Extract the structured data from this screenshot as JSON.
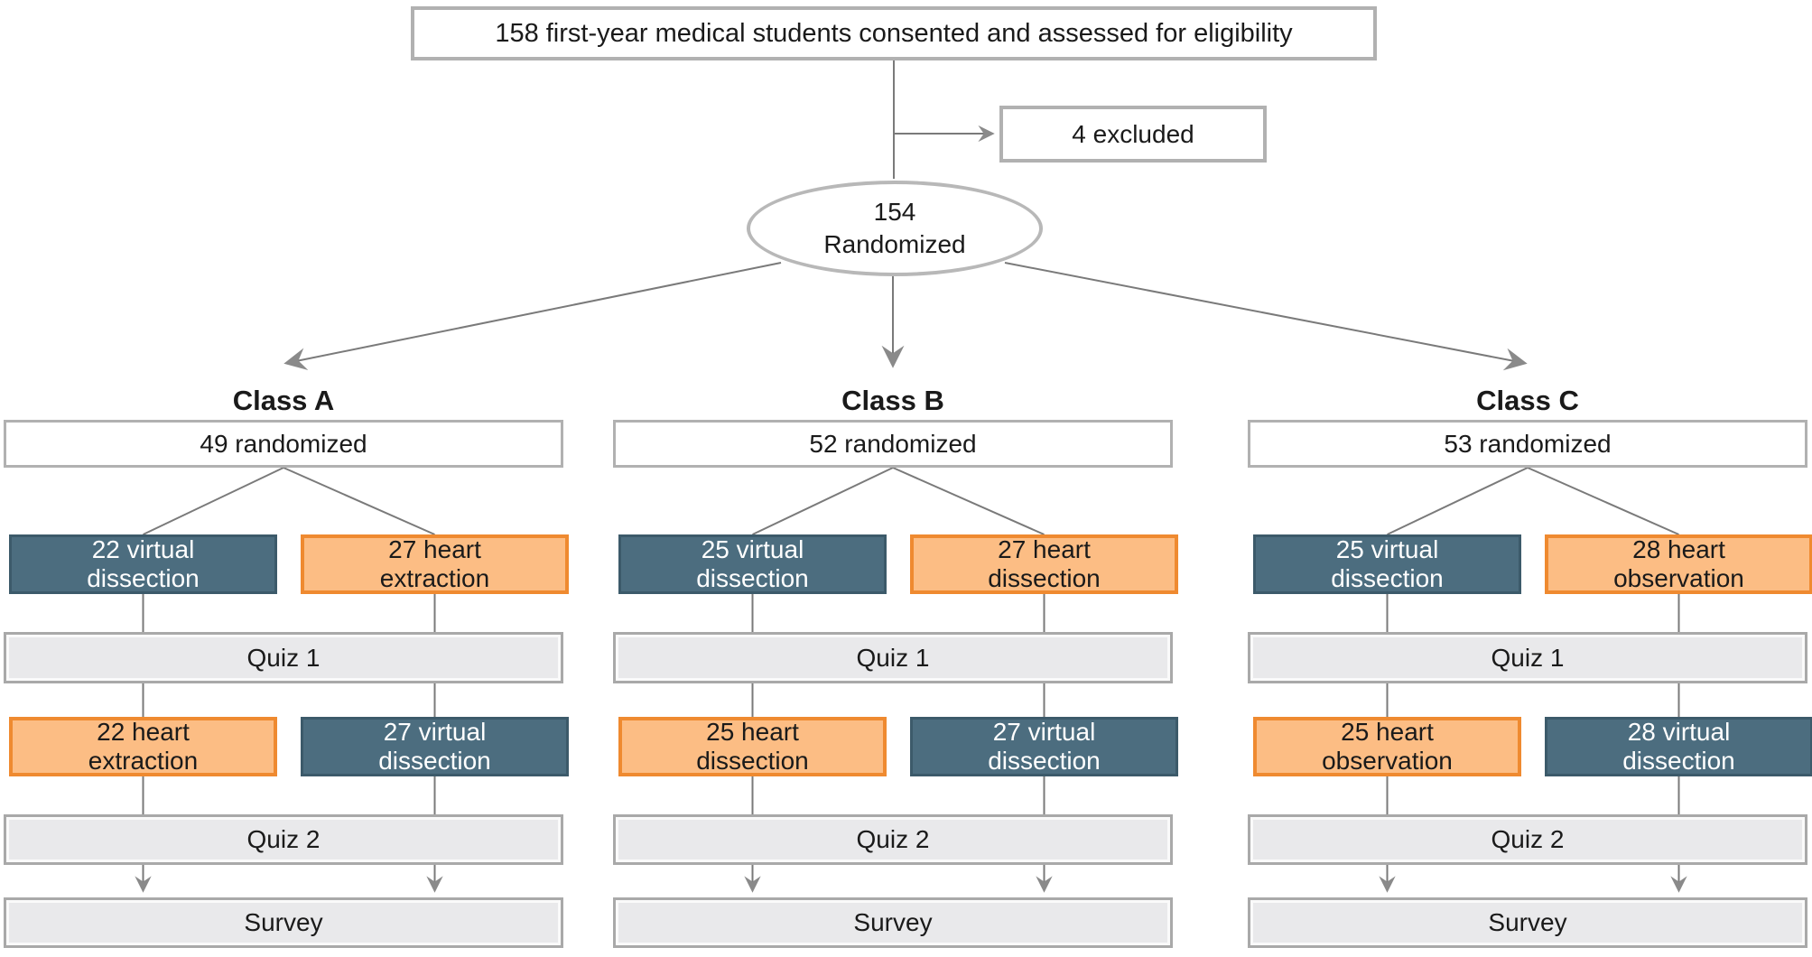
{
  "colors": {
    "dark_fill": "#4c6d7f",
    "dark_border": "#3c5a6a",
    "orange_fill": "#fcbd84",
    "orange_border": "#ef8a30",
    "gray_fill": "#e9e9eb",
    "gray_border": "#a9a9a9",
    "white_box_border": "#b1b1b1",
    "connector_line": "#7a7a7a",
    "arrowhead": "#8a8a8a"
  },
  "flow": {
    "eligibility": "158 first-year medical students consented and assessed for eligibility",
    "excluded": "4 excluded",
    "randomized_count": "154",
    "randomized_label": "Randomized"
  },
  "classes": [
    {
      "title": "Class A",
      "randomized": "49 randomized",
      "session1": {
        "left": {
          "line1": "22 virtual",
          "line2": "dissection",
          "style": "dark"
        },
        "right": {
          "line1": "27 heart",
          "line2": "extraction",
          "style": "orange"
        }
      },
      "quiz1": "Quiz 1",
      "session2": {
        "left": {
          "line1": "22 heart",
          "line2": "extraction",
          "style": "orange"
        },
        "right": {
          "line1": "27 virtual",
          "line2": "dissection",
          "style": "dark"
        }
      },
      "quiz2": "Quiz 2",
      "survey": "Survey"
    },
    {
      "title": "Class B",
      "randomized": "52 randomized",
      "session1": {
        "left": {
          "line1": "25 virtual",
          "line2": "dissection",
          "style": "dark"
        },
        "right": {
          "line1": "27 heart",
          "line2": "dissection",
          "style": "orange"
        }
      },
      "quiz1": "Quiz 1",
      "session2": {
        "left": {
          "line1": "25 heart",
          "line2": "dissection",
          "style": "orange"
        },
        "right": {
          "line1": "27 virtual",
          "line2": "dissection",
          "style": "dark"
        }
      },
      "quiz2": "Quiz 2",
      "survey": "Survey"
    },
    {
      "title": "Class C",
      "randomized": "53 randomized",
      "session1": {
        "left": {
          "line1": "25 virtual",
          "line2": "dissection",
          "style": "dark"
        },
        "right": {
          "line1": "28 heart",
          "line2": "observation",
          "style": "orange"
        }
      },
      "quiz1": "Quiz 1",
      "session2": {
        "left": {
          "line1": "25 heart",
          "line2": "observation",
          "style": "orange"
        },
        "right": {
          "line1": "28 virtual",
          "line2": "dissection",
          "style": "dark"
        }
      },
      "quiz2": "Quiz 2",
      "survey": "Survey"
    }
  ]
}
